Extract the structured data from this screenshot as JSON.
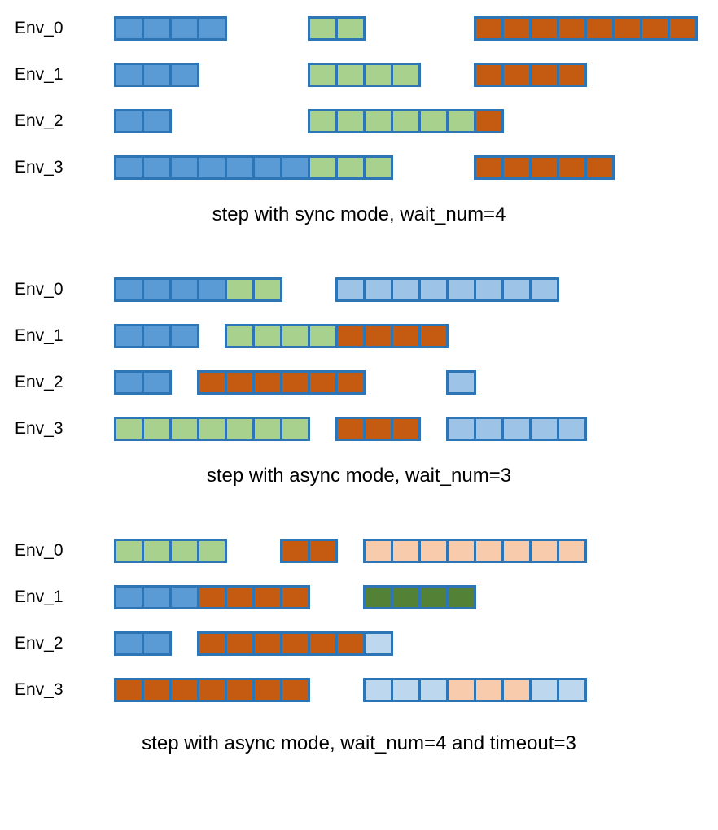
{
  "figure": {
    "colors": {
      "border": "#2e75b6",
      "blue": "#5b9bd5",
      "green": "#a9d18e",
      "orange": "#c55a11",
      "lightblue": "#9dc3e6",
      "paleblue": "#bdd7ee",
      "peach": "#f8cbad",
      "darkgreen": "#538135"
    },
    "panels": [
      {
        "name": "sync-mode",
        "caption": "step with sync mode, wait_num=4",
        "rows": [
          {
            "label": "Env_0",
            "bars": [
              {
                "start": 0,
                "segs": [
                  {
                    "color": "blue",
                    "len": 4
                  }
                ]
              },
              {
                "start": 7,
                "segs": [
                  {
                    "color": "green",
                    "len": 2
                  }
                ]
              },
              {
                "start": 13,
                "segs": [
                  {
                    "color": "orange",
                    "len": 8
                  }
                ]
              }
            ]
          },
          {
            "label": "Env_1",
            "bars": [
              {
                "start": 0,
                "segs": [
                  {
                    "color": "blue",
                    "len": 3
                  }
                ]
              },
              {
                "start": 7,
                "segs": [
                  {
                    "color": "green",
                    "len": 4
                  }
                ]
              },
              {
                "start": 13,
                "segs": [
                  {
                    "color": "orange",
                    "len": 4
                  }
                ]
              }
            ]
          },
          {
            "label": "Env_2",
            "bars": [
              {
                "start": 0,
                "segs": [
                  {
                    "color": "blue",
                    "len": 2
                  }
                ]
              },
              {
                "start": 7,
                "segs": [
                  {
                    "color": "green",
                    "len": 6
                  }
                ]
              },
              {
                "start": 13,
                "segs": [
                  {
                    "color": "orange",
                    "len": 1
                  }
                ]
              }
            ]
          },
          {
            "label": "Env_3",
            "bars": [
              {
                "start": 0,
                "segs": [
                  {
                    "color": "blue",
                    "len": 7
                  }
                ]
              },
              {
                "start": 7,
                "segs": [
                  {
                    "color": "green",
                    "len": 3
                  }
                ]
              },
              {
                "start": 13,
                "segs": [
                  {
                    "color": "orange",
                    "len": 5
                  }
                ]
              }
            ]
          }
        ]
      },
      {
        "name": "async-mode-wait3",
        "caption": "step with async mode, wait_num=3",
        "rows": [
          {
            "label": "Env_0",
            "bars": [
              {
                "start": 0,
                "segs": [
                  {
                    "color": "blue",
                    "len": 4
                  }
                ]
              },
              {
                "start": 4,
                "segs": [
                  {
                    "color": "green",
                    "len": 2
                  }
                ]
              },
              {
                "start": 8,
                "segs": [
                  {
                    "color": "lightblue",
                    "len": 8
                  }
                ]
              }
            ]
          },
          {
            "label": "Env_1",
            "bars": [
              {
                "start": 0,
                "segs": [
                  {
                    "color": "blue",
                    "len": 3
                  }
                ]
              },
              {
                "start": 4,
                "segs": [
                  {
                    "color": "green",
                    "len": 4
                  }
                ]
              },
              {
                "start": 8,
                "segs": [
                  {
                    "color": "orange",
                    "len": 4
                  }
                ]
              }
            ]
          },
          {
            "label": "Env_2",
            "bars": [
              {
                "start": 0,
                "segs": [
                  {
                    "color": "blue",
                    "len": 2
                  }
                ]
              },
              {
                "start": 3,
                "segs": [
                  {
                    "color": "orange",
                    "len": 6
                  }
                ]
              },
              {
                "start": 12,
                "segs": [
                  {
                    "color": "lightblue",
                    "len": 1
                  }
                ]
              }
            ]
          },
          {
            "label": "Env_3",
            "bars": [
              {
                "start": 0,
                "segs": [
                  {
                    "color": "green",
                    "len": 7
                  }
                ]
              },
              {
                "start": 8,
                "segs": [
                  {
                    "color": "orange",
                    "len": 3
                  }
                ]
              },
              {
                "start": 12,
                "segs": [
                  {
                    "color": "lightblue",
                    "len": 5
                  }
                ]
              }
            ]
          }
        ]
      },
      {
        "name": "async-mode-wait4-timeout3",
        "caption": "step with async mode, wait_num=4 and timeout=3",
        "rows": [
          {
            "label": "Env_0",
            "bars": [
              {
                "start": 0,
                "segs": [
                  {
                    "color": "green",
                    "len": 4
                  }
                ]
              },
              {
                "start": 6,
                "segs": [
                  {
                    "color": "orange",
                    "len": 2
                  }
                ]
              },
              {
                "start": 9,
                "segs": [
                  {
                    "color": "peach",
                    "len": 8
                  }
                ]
              }
            ]
          },
          {
            "label": "Env_1",
            "bars": [
              {
                "start": 0,
                "segs": [
                  {
                    "color": "blue",
                    "len": 3
                  }
                ]
              },
              {
                "start": 3,
                "segs": [
                  {
                    "color": "orange",
                    "len": 4
                  }
                ]
              },
              {
                "start": 9,
                "segs": [
                  {
                    "color": "darkgreen",
                    "len": 4
                  }
                ]
              }
            ]
          },
          {
            "label": "Env_2",
            "bars": [
              {
                "start": 0,
                "segs": [
                  {
                    "color": "blue",
                    "len": 2
                  }
                ]
              },
              {
                "start": 3,
                "segs": [
                  {
                    "color": "orange",
                    "len": 6
                  }
                ]
              },
              {
                "start": 9,
                "segs": [
                  {
                    "color": "paleblue",
                    "len": 1
                  }
                ]
              }
            ]
          },
          {
            "label": "Env_3",
            "bars": [
              {
                "start": 0,
                "segs": [
                  {
                    "color": "orange",
                    "len": 7
                  }
                ]
              },
              {
                "start": 9,
                "segs": [
                  {
                    "color": "paleblue",
                    "len": 3
                  },
                  {
                    "color": "peach",
                    "len": 3
                  },
                  {
                    "color": "paleblue",
                    "len": 2
                  }
                ]
              }
            ]
          }
        ]
      }
    ]
  }
}
